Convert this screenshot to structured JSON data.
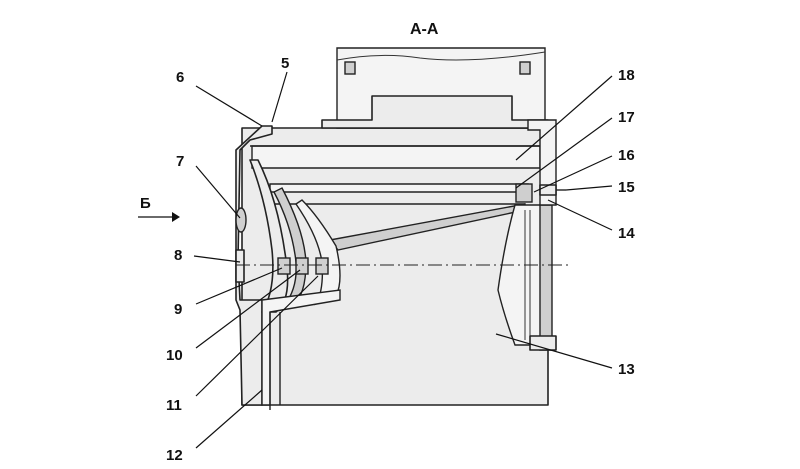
{
  "diagram": {
    "section_title": "А-А",
    "view_arrow_label": "Б",
    "callouts": [
      "5",
      "6",
      "7",
      "8",
      "9",
      "10",
      "11",
      "12",
      "13",
      "14",
      "15",
      "16",
      "17",
      "18"
    ]
  }
}
